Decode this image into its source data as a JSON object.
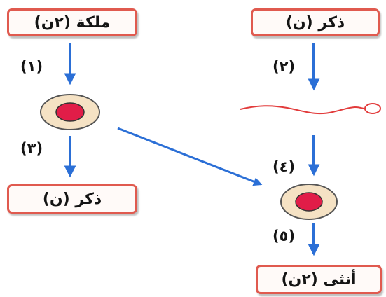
{
  "boxes": {
    "queen": "ملكة (٢ن)",
    "male_top": "ذكر (ن)",
    "male_result": "ذكر (ن)",
    "female_result": "أنثى (٢ن)"
  },
  "step_labels": {
    "s1": "(١)",
    "s2": "(٢)",
    "s3": "(٣)",
    "s4": "(٤)",
    "s5": "(٥)"
  },
  "colors": {
    "box_border": "#e05a4f",
    "arrow": "#2b6fd6",
    "cell_fill": "#f5e2c4",
    "cell_nucleus": "#e11d48",
    "sperm": "#e23b3b"
  }
}
